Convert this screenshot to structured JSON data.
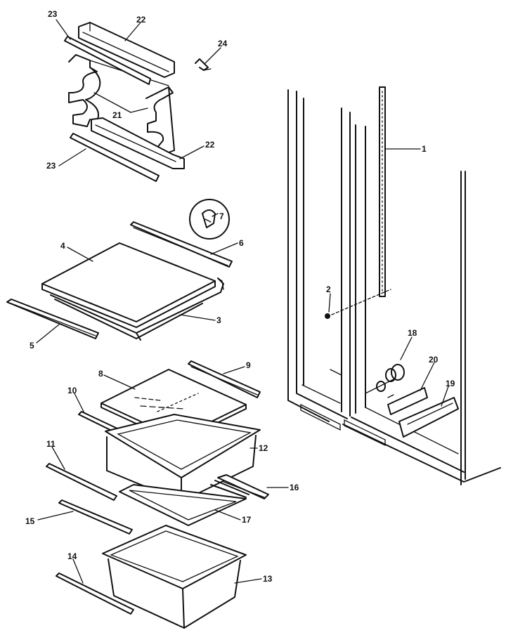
{
  "diagram": {
    "callouts": {
      "c1": "1",
      "c2": "2",
      "c3": "3",
      "c4": "4",
      "c5": "5",
      "c6": "6",
      "c7": "7",
      "c8": "8",
      "c9": "9",
      "c10": "10",
      "c11": "11",
      "c12": "12",
      "c13": "13",
      "c14": "14",
      "c15": "15",
      "c16": "16",
      "c17": "17",
      "c18": "18",
      "c19": "19",
      "c20": "20",
      "c21": "21",
      "c22a": "22",
      "c22b": "22",
      "c23a": "23",
      "c23b": "23",
      "c24": "24"
    }
  }
}
